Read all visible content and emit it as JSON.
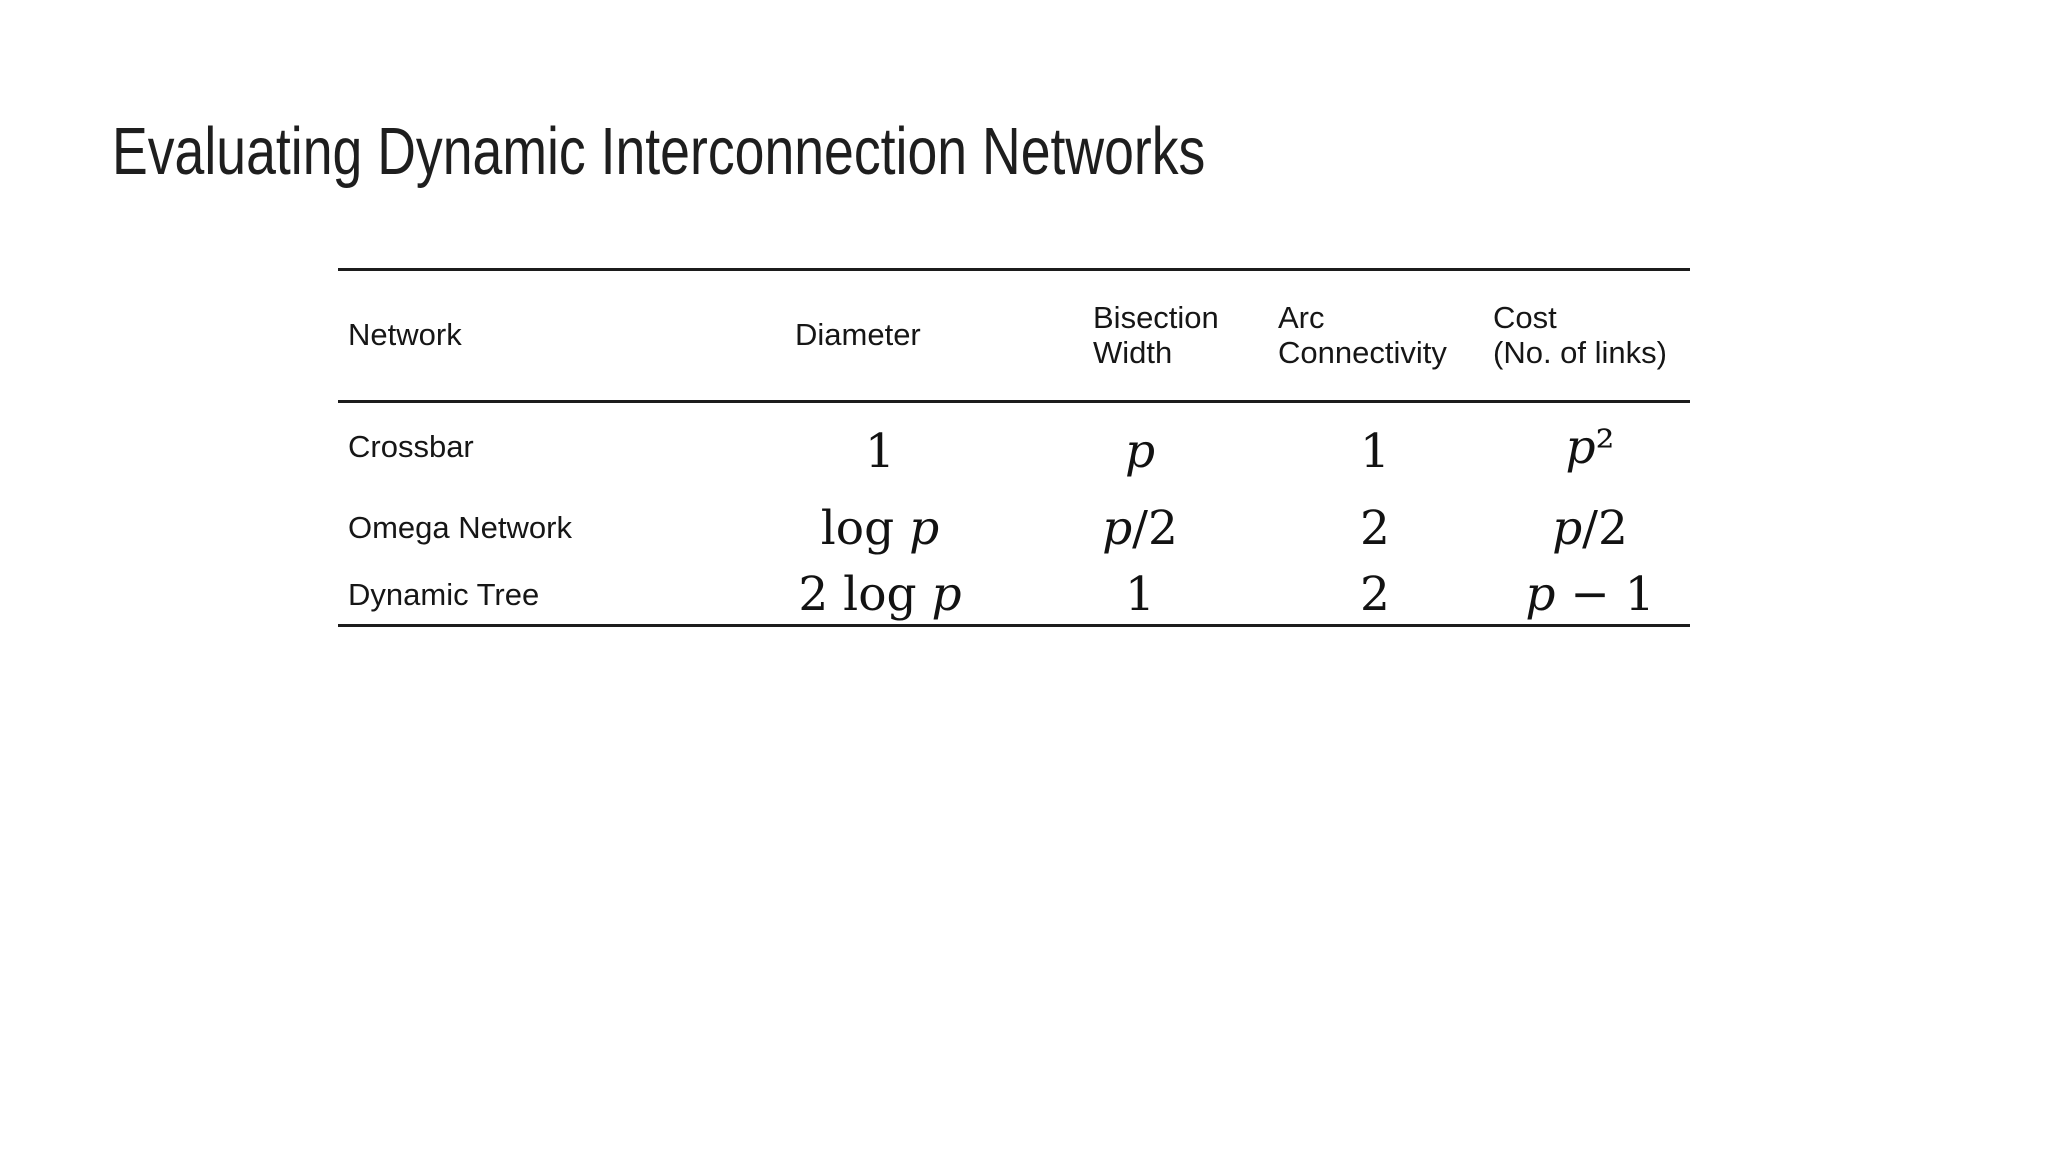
{
  "slide": {
    "title": "Evaluating Dynamic Interconnection Networks"
  },
  "table": {
    "headers": {
      "network": "Network",
      "diameter": "Diameter",
      "bisection_width": "Bisection\nWidth",
      "arc_connectivity": "Arc\nConnectivity",
      "cost": "Cost\n(No. of links)"
    },
    "rows": [
      {
        "network": "Crossbar",
        "diameter": "1",
        "bisection_width": "p",
        "arc_connectivity": "1",
        "cost": "p²"
      },
      {
        "network": "Omega Network",
        "diameter": "log p",
        "bisection_width": "p/2",
        "arc_connectivity": "2",
        "cost": "p/2"
      },
      {
        "network": "Dynamic Tree",
        "diameter": "2 log p",
        "bisection_width": "1",
        "arc_connectivity": "2",
        "cost": "p − 1"
      }
    ],
    "colors": {
      "text": "#1a1a1a",
      "rule": "#1c1c1c",
      "background": "#ffffff"
    }
  }
}
